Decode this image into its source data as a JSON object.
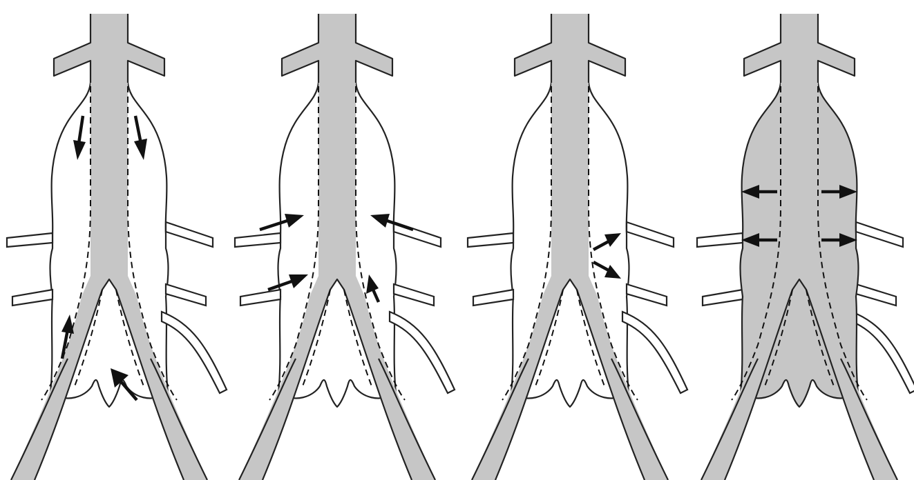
{
  "figure": {
    "panels": [
      {
        "id": "panel-1",
        "sac_filled": false,
        "flow_pattern": "inflow-at-proximal-seal-and-distal"
      },
      {
        "id": "panel-2",
        "sac_filled": false,
        "flow_pattern": "inflow-from-side-branches"
      },
      {
        "id": "panel-3",
        "sac_filled": false,
        "flow_pattern": "outflow-through-graft-wall"
      },
      {
        "id": "panel-4",
        "sac_filled": true,
        "flow_pattern": "outward-pressure"
      }
    ],
    "colors": {
      "graft": "#c6c6c6",
      "outline": "#222222",
      "arrow": "#111111",
      "background": "#ffffff"
    }
  }
}
